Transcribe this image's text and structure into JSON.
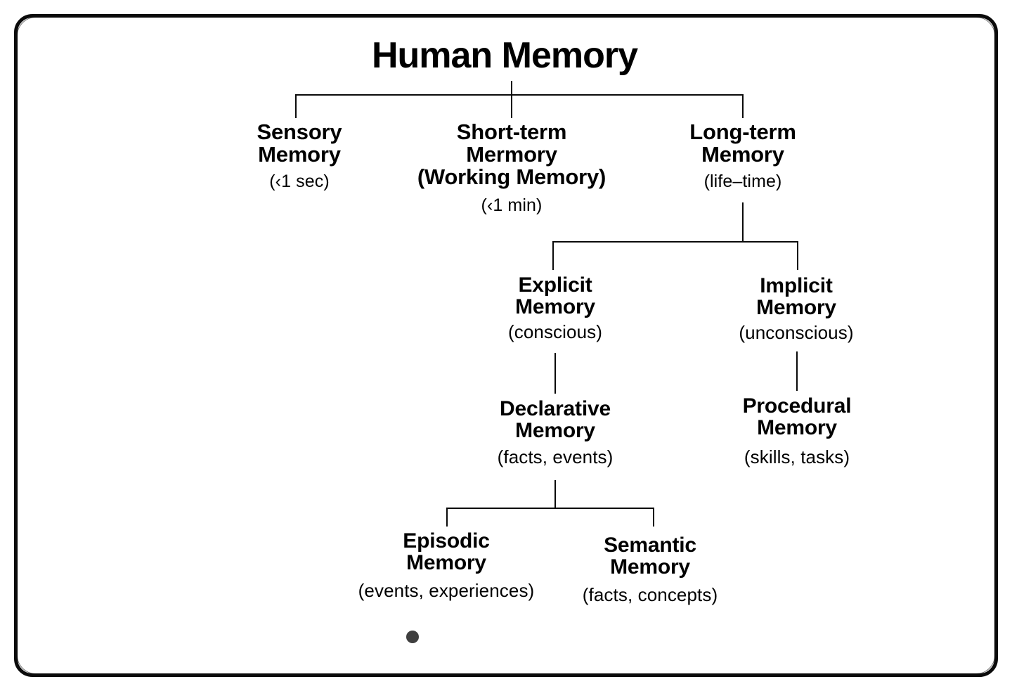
{
  "diagram": {
    "title": "Human Memory",
    "frame_color": "#0b0b0b",
    "connector_color": "#0a0a0a",
    "dot_color": "#3f3f3f",
    "background": "#ffffff",
    "nodes": {
      "root": {
        "label": "Human Memory"
      },
      "sensory": {
        "line1": "Sensory",
        "line2": "Memory",
        "detail": "(‹1 sec)"
      },
      "short_term": {
        "line1": "Short-term",
        "line2": "Mermory",
        "line3": "(Working Memory)",
        "detail": "(‹1 min)"
      },
      "long_term": {
        "line1": "Long-term",
        "line2": "Memory",
        "detail": "(life–time)"
      },
      "explicit": {
        "line1": "Explicit",
        "line2": "Memory",
        "detail": "(conscious)"
      },
      "implicit": {
        "line1": "Implicit",
        "line2": "Memory",
        "detail": "(unconscious)"
      },
      "declarative": {
        "line1": "Declarative",
        "line2": "Memory",
        "detail": "(facts, events)"
      },
      "procedural": {
        "line1": "Procedural",
        "line2": "Memory",
        "detail": "(skills, tasks)"
      },
      "episodic": {
        "line1": "Episodic",
        "line2": "Memory",
        "detail": "(events, experiences)"
      },
      "semantic": {
        "line1": "Semantic",
        "line2": "Memory",
        "detail": "(facts, concepts)"
      }
    }
  }
}
